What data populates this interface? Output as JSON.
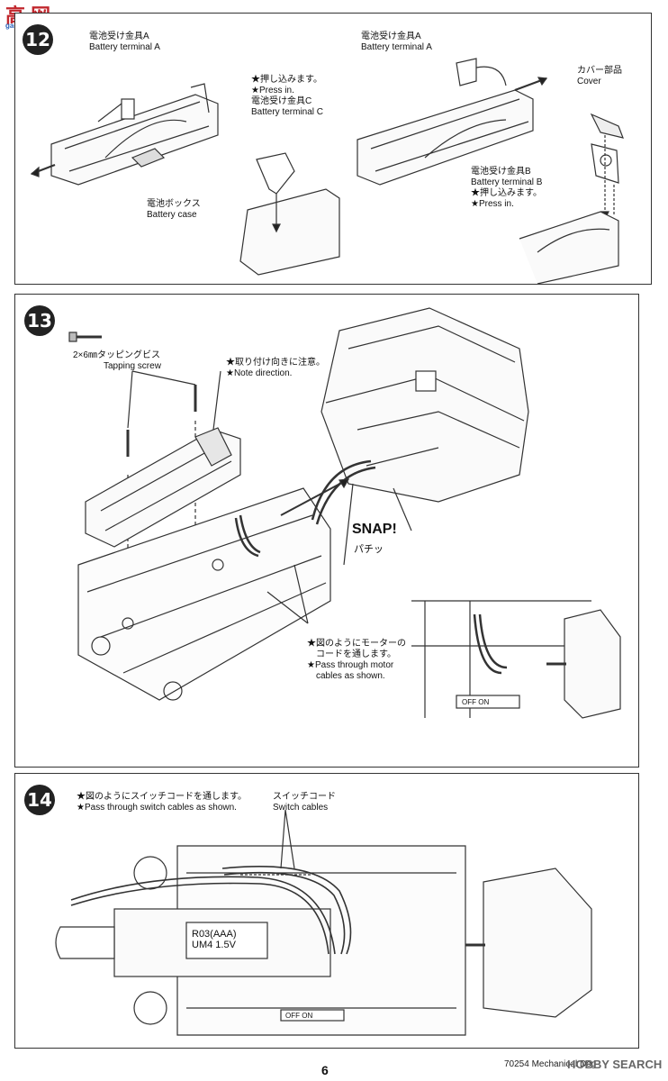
{
  "watermark": {
    "title": "高 网",
    "url": "gao.shan.com"
  },
  "steps": [
    {
      "number": "12",
      "labels": {
        "terminal_a_left": [
          "電池受け金具A",
          "Battery terminal A"
        ],
        "terminal_a_right": [
          "電池受け金具A",
          "Battery terminal A"
        ],
        "press_in_c": [
          "★押し込みます。",
          "★Press in.",
          "電池受け金具C",
          "Battery terminal C"
        ],
        "cover": [
          "カバー部品",
          "Cover"
        ],
        "battery_case": [
          "電池ボックス",
          "Battery case"
        ],
        "terminal_b": [
          "電池受け金具B",
          "Battery terminal B",
          "★押し込みます。",
          "★Press in."
        ]
      }
    },
    {
      "number": "13",
      "labels": {
        "screw": [
          "2×6㎜タッピングビス",
          "Tapping screw"
        ],
        "note_direction": [
          "★取り付け向きに注意。",
          "★Note direction."
        ],
        "snap": "SNAP!",
        "snap_jp": "パチッ",
        "pass_motor": [
          "★図のようにモーターの",
          "コードを通します。",
          "★Pass through motor",
          "cables as shown."
        ],
        "switch_off_on": "OFF  ON"
      }
    },
    {
      "number": "14",
      "labels": {
        "pass_switch": [
          "★図のようにスイッチコードを通します。",
          "★Pass through switch cables as shown."
        ],
        "switch_cables": [
          "スイッチコード",
          "Switch cables"
        ],
        "battery_marking": [
          "R03(AAA)",
          "UM4 1.5V"
        ],
        "switch_off_on": "OFF  ON"
      }
    }
  ],
  "footer": {
    "page_number": "6",
    "code": "70254 Mechanical Dog",
    "site": "HOBBY SEARCH"
  }
}
